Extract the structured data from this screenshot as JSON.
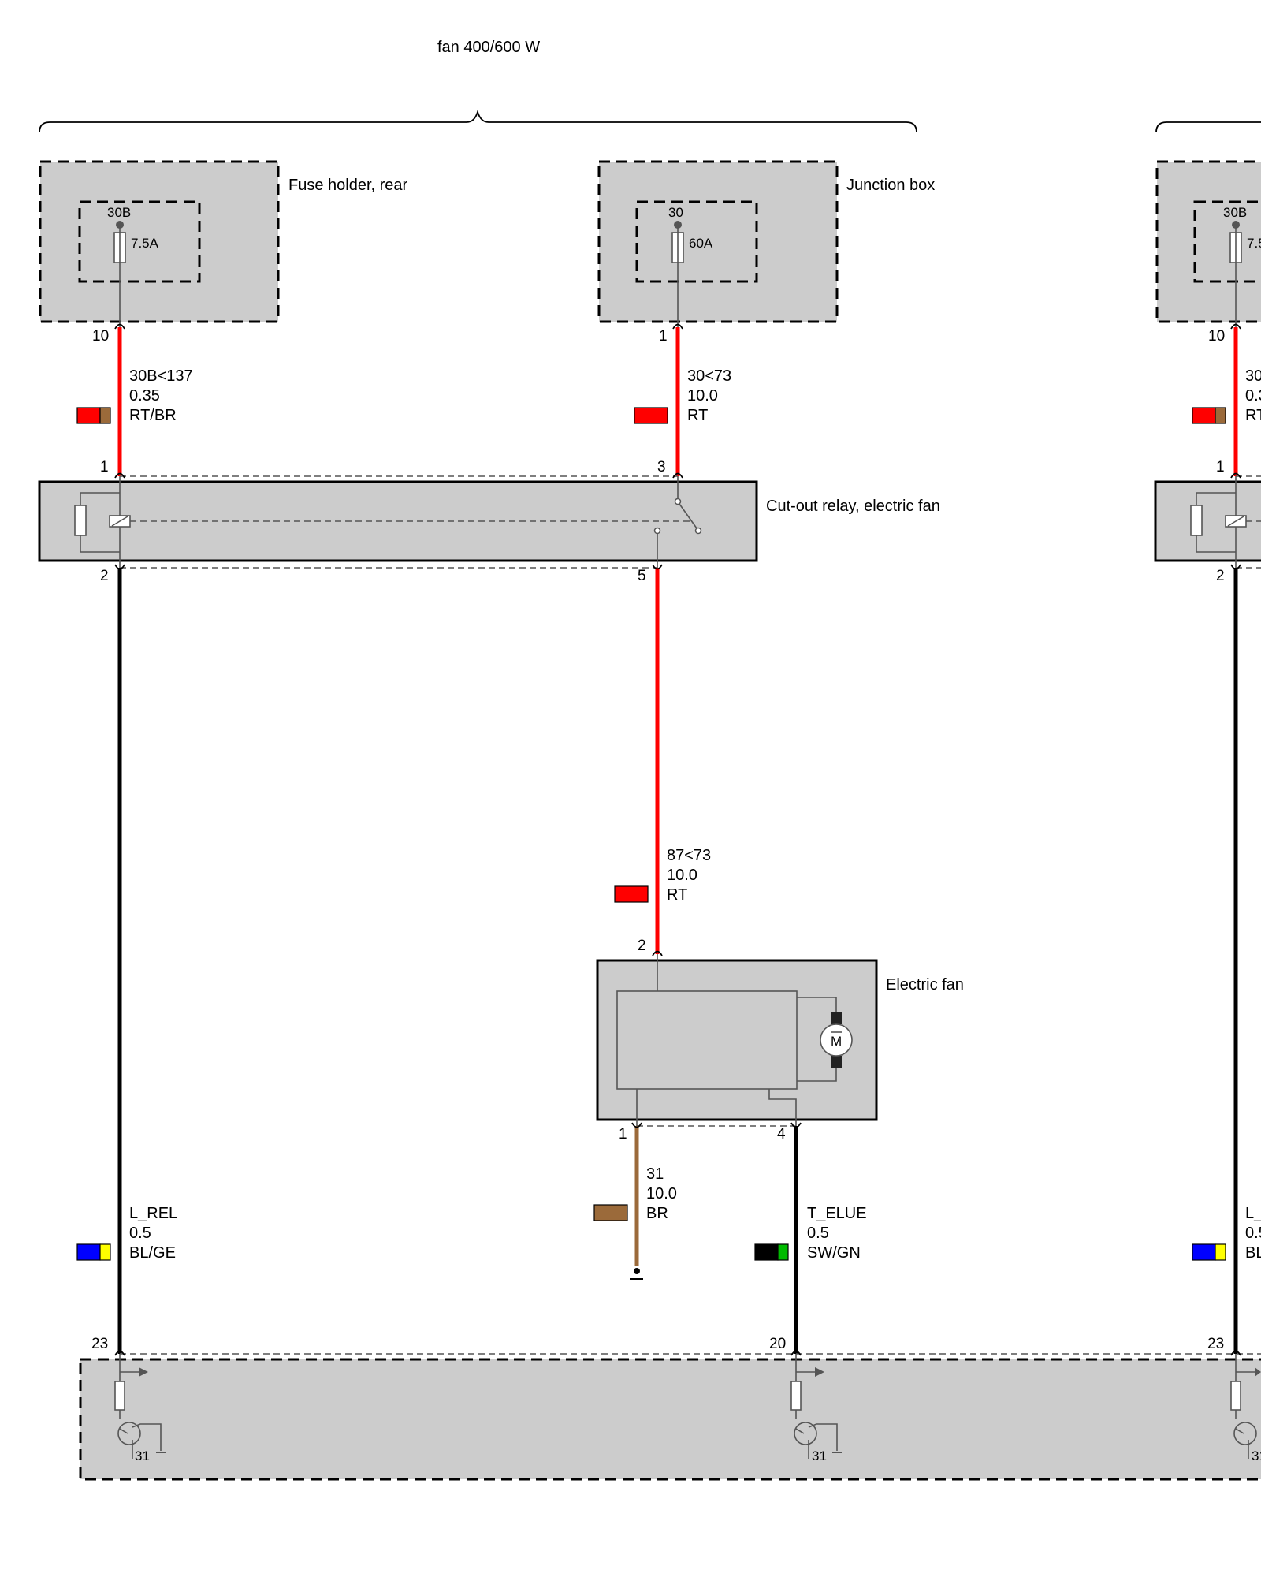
{
  "title": "fan 400/600 W",
  "components": {
    "fuse_holder": {
      "label": "Fuse holder, rear",
      "terminal": "30B",
      "fuse": "7.5A",
      "pin": "10"
    },
    "junction_box": {
      "label": "Junction box",
      "terminal": "30",
      "fuse": "60A",
      "pin": "1"
    },
    "fuse_holder_right": {
      "terminal": "30B",
      "fuse": "7.5",
      "pin": "10"
    },
    "relay": {
      "label": "Cut-out relay, electric fan",
      "pin1": "1",
      "pin2": "2",
      "pin3": "3",
      "pin5": "5"
    },
    "relay_right": {
      "pin1": "1",
      "pin2": "2"
    },
    "electric_fan": {
      "label": "Electric fan",
      "pin_in": "2",
      "pin_gnd": "1",
      "pin_out": "4",
      "motor": "M"
    },
    "control_unit": {
      "pin_left": "23",
      "pin_mid": "20",
      "pin_right": "23",
      "ground_label": "31"
    }
  },
  "wires": [
    {
      "id": "w1",
      "signal": "30B<137",
      "gauge": "0.35",
      "color_code": "RT/BR",
      "swatch": [
        "#ff0000",
        "#9b6a3a"
      ]
    },
    {
      "id": "w2",
      "signal": "30<73",
      "gauge": "10.0",
      "color_code": "RT",
      "swatch": [
        "#ff0000"
      ]
    },
    {
      "id": "w3",
      "signal": "87<73",
      "gauge": "10.0",
      "color_code": "RT",
      "swatch": [
        "#ff0000"
      ]
    },
    {
      "id": "w4",
      "signal": "31",
      "gauge": "10.0",
      "color_code": "BR",
      "swatch": [
        "#9b6a3a"
      ]
    },
    {
      "id": "w5",
      "signal": "L_REL",
      "gauge": "0.5",
      "color_code": "BL/GE",
      "swatch": [
        "#0000ff",
        "#ffff00"
      ]
    },
    {
      "id": "w6",
      "signal": "T_ELUE",
      "gauge": "0.5",
      "color_code": "SW/GN",
      "swatch": [
        "#000000",
        "#00bb00"
      ]
    },
    {
      "id": "w7",
      "signal": "30",
      "gauge": "0.3",
      "color_code": "RT",
      "swatch": [
        "#ff0000",
        "#9b6a3a"
      ]
    },
    {
      "id": "w8",
      "signal": "L_",
      "gauge": "0.5",
      "color_code": "BL",
      "swatch": [
        "#0000ff",
        "#ffff00"
      ]
    }
  ]
}
